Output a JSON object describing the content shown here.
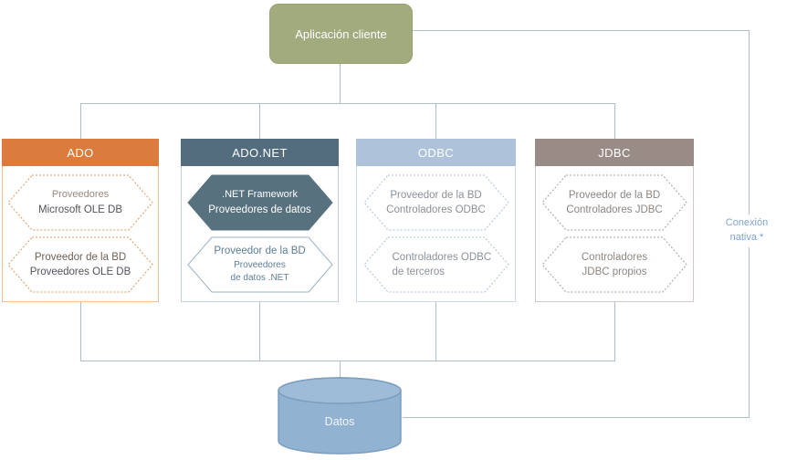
{
  "client": {
    "label": "Aplicación cliente"
  },
  "columns": {
    "ado": {
      "title": "ADO",
      "hex1": {
        "line1": "Proveedores",
        "line2": "Microsoft OLE DB"
      },
      "hex2": {
        "line1": "Proveedor de la BD",
        "line2": "Proveedores OLE DB"
      }
    },
    "adonet": {
      "title": "ADO.NET",
      "hex1": {
        "line1": ".NET Framework",
        "line2": "Proveedores de datos"
      },
      "hex2": {
        "line1": "Proveedor de la BD",
        "line2": "Proveedores",
        "line3": "de datos .NET"
      }
    },
    "odbc": {
      "title": "ODBC",
      "hex1": {
        "line1": "Proveedor de la BD",
        "line2": "Controladores ODBC"
      },
      "hex2": {
        "line1": "Controladores ODBC",
        "line2": "de terceros"
      }
    },
    "jdbc": {
      "title": "JDBC",
      "hex1": {
        "line1": "Proveedor de la BD",
        "line2": "Controladores JDBC"
      },
      "hex2": {
        "line1": "Controladores",
        "line2": "JDBC propios"
      }
    }
  },
  "native_connection": {
    "line1": "Conexión",
    "line2": "nativa *"
  },
  "datastore": {
    "label": "Datos"
  },
  "colors": {
    "client_fill": "#a2ab7e",
    "ado_accent": "#dc7b3e",
    "adonet_accent": "#536d7e",
    "odbc_accent": "#aec3da",
    "jdbc_accent": "#998c87",
    "connector": "#aebfcc",
    "datastore_fill": "#92b2d2",
    "native_label_color": "#7da4cf"
  }
}
